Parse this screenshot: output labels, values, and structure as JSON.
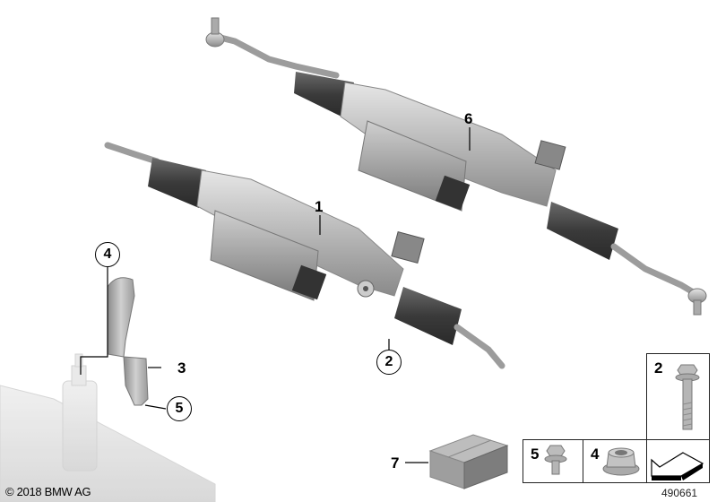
{
  "diagram": {
    "type": "parts-exploded-view",
    "subject": "Electric power steering rack assembly",
    "callouts": [
      {
        "id": "1",
        "label": "1",
        "style": "plain",
        "part": "steering-rack-front"
      },
      {
        "id": "6",
        "label": "6",
        "style": "plain",
        "part": "steering-rack-rear"
      },
      {
        "id": "2",
        "label": "2",
        "style": "circled",
        "part": "bolt"
      },
      {
        "id": "4",
        "label": "4",
        "style": "circled",
        "part": "heat-shield-nut"
      },
      {
        "id": "3",
        "label": "3",
        "style": "plain",
        "part": "heat-shield"
      },
      {
        "id": "5",
        "label": "5",
        "style": "circled",
        "part": "heat-shield-screw"
      },
      {
        "id": "7",
        "label": "7",
        "style": "plain",
        "part": "repair-kit-box"
      }
    ],
    "hardware_panels": [
      {
        "label": "2",
        "part": "flange-bolt-long"
      },
      {
        "label": "5",
        "part": "flange-screw-short"
      },
      {
        "label": "4",
        "part": "flange-nut"
      },
      {
        "label": "",
        "part": "orientation-arrow-symbol"
      }
    ]
  },
  "footer": {
    "copyright": "© 2018 BMW AG",
    "image_id": "490661"
  }
}
